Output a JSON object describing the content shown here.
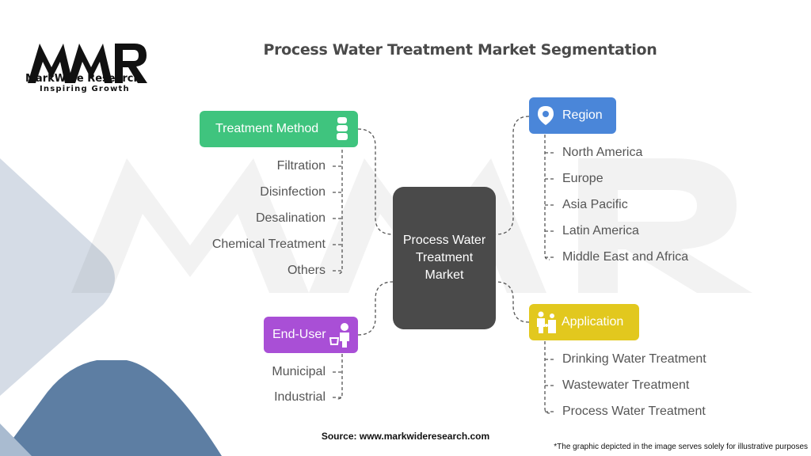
{
  "branding": {
    "company": "MarkWide Research",
    "tagline": "Inspiring Growth"
  },
  "title": "Process Water Treatment Market Segmentation",
  "center": "Process Water Treatment Market",
  "categories": {
    "treatment_method": {
      "label": "Treatment Method",
      "icon": "bottle-stack-icon",
      "color": "#3fc47e",
      "items": [
        "Filtration",
        "Disinfection",
        "Desalination",
        "Chemical Treatment",
        "Others"
      ]
    },
    "region": {
      "label": "Region",
      "icon": "location-pin-icon",
      "color": "#4a86d9",
      "items": [
        "North America",
        "Europe",
        "Asia Pacific",
        "Latin America",
        "Middle East and Africa"
      ]
    },
    "end_user": {
      "label": "End-User",
      "icon": "shopper-icon",
      "color": "#a94fd6",
      "items": [
        "Municipal",
        "Industrial"
      ]
    },
    "application": {
      "label": "Application",
      "icon": "family-icon",
      "color": "#e2c81e",
      "items": [
        "Drinking Water Treatment",
        "Wastewater Treatment",
        "Process Water Treatment"
      ]
    }
  },
  "source": "Source: www.markwideresearch.com",
  "disclaimer": "*The graphic depicted in the image serves solely for illustrative purposes"
}
